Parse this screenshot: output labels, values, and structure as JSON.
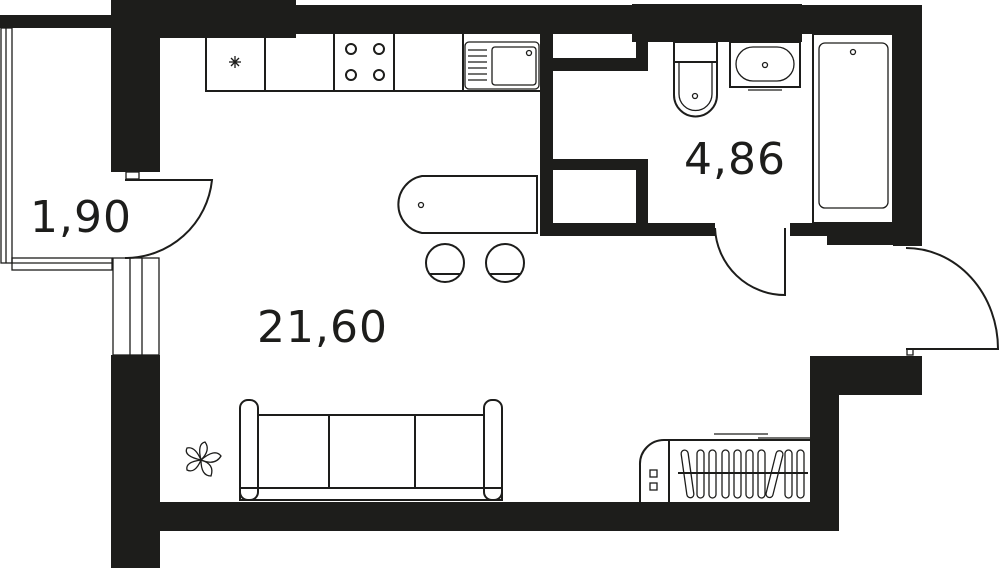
{
  "plan": {
    "rooms": [
      {
        "name": "balcony",
        "area": "1,90"
      },
      {
        "name": "living-kitchen",
        "area": "21,60"
      },
      {
        "name": "bathroom",
        "area": "4,86"
      }
    ]
  },
  "colors": {
    "wall": "#1d1d1b",
    "background": "#ffffff"
  }
}
